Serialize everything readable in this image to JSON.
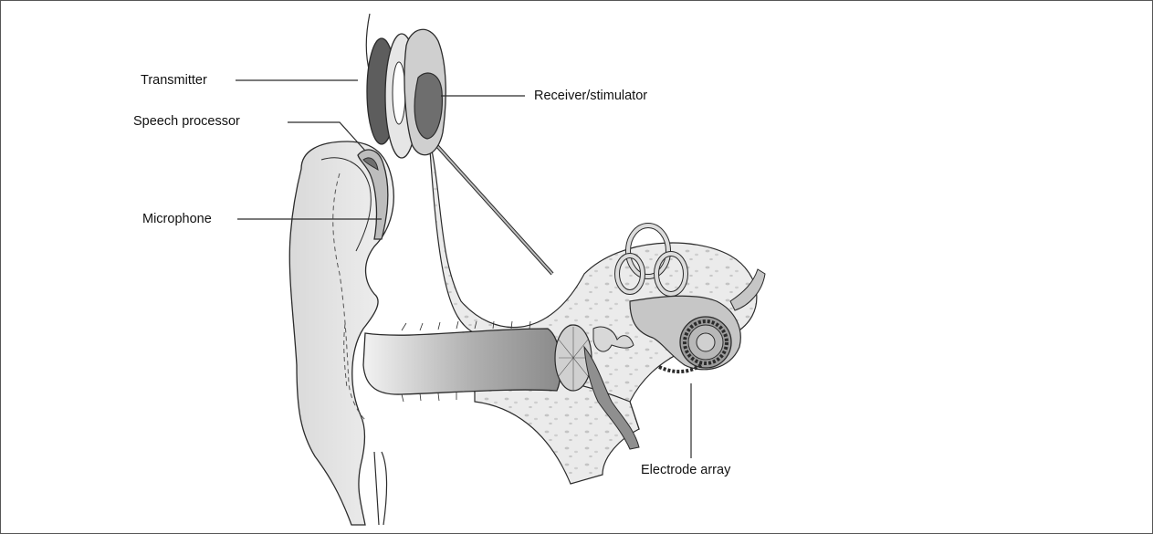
{
  "diagram": {
    "labels": {
      "transmitter": "Transmitter",
      "speech_processor": "Speech processor",
      "microphone": "Microphone",
      "receiver_stimulator": "Receiver/stimulator",
      "electrode_array": "Electrode array"
    },
    "colors": {
      "outline": "#2b2b2b",
      "skin": "#e4e4e4",
      "bone": "#eeeeee",
      "canal_dark": "#9a9a9a",
      "device_dark": "#6e6e6e",
      "device_light": "#bdbdbd"
    }
  }
}
